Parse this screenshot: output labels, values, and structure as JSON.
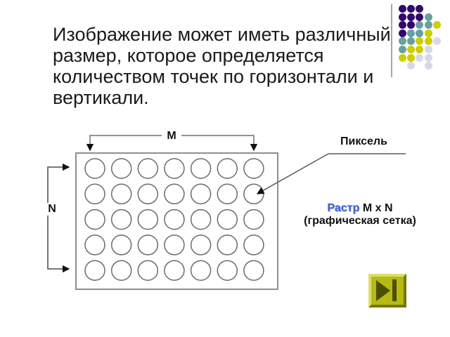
{
  "slide": {
    "title_lines": [
      "Изображение может иметь различный",
      "размер, которое определяется",
      "количеством точек по горизонтали и",
      "вертикали."
    ]
  },
  "diagram": {
    "width_label": "M",
    "height_label": "N",
    "pixel_label": "Пиксель",
    "caption": {
      "raster_word": "Растр",
      "size_text": " M x N",
      "line2": "(графическая сетка)",
      "raster_color": "#3a5fcd"
    },
    "grid": {
      "columns": 7,
      "rows": 5
    }
  },
  "decoration": {
    "pattern": [
      "PPP..",
      "PPPT.",
      "PPTTY",
      "PTTY.",
      "TTYYL",
      "TYYL.",
      "YYLL.",
      ".L.L."
    ],
    "colors": {
      "P": "#31086e",
      "T": "#68a0a0",
      "Y": "#cdcd00",
      "L": "#d8d8e8"
    }
  },
  "nav_button": {
    "icon": "skip-to-end",
    "face_color": "#b6ba12",
    "icon_color": "#4b4f00"
  }
}
